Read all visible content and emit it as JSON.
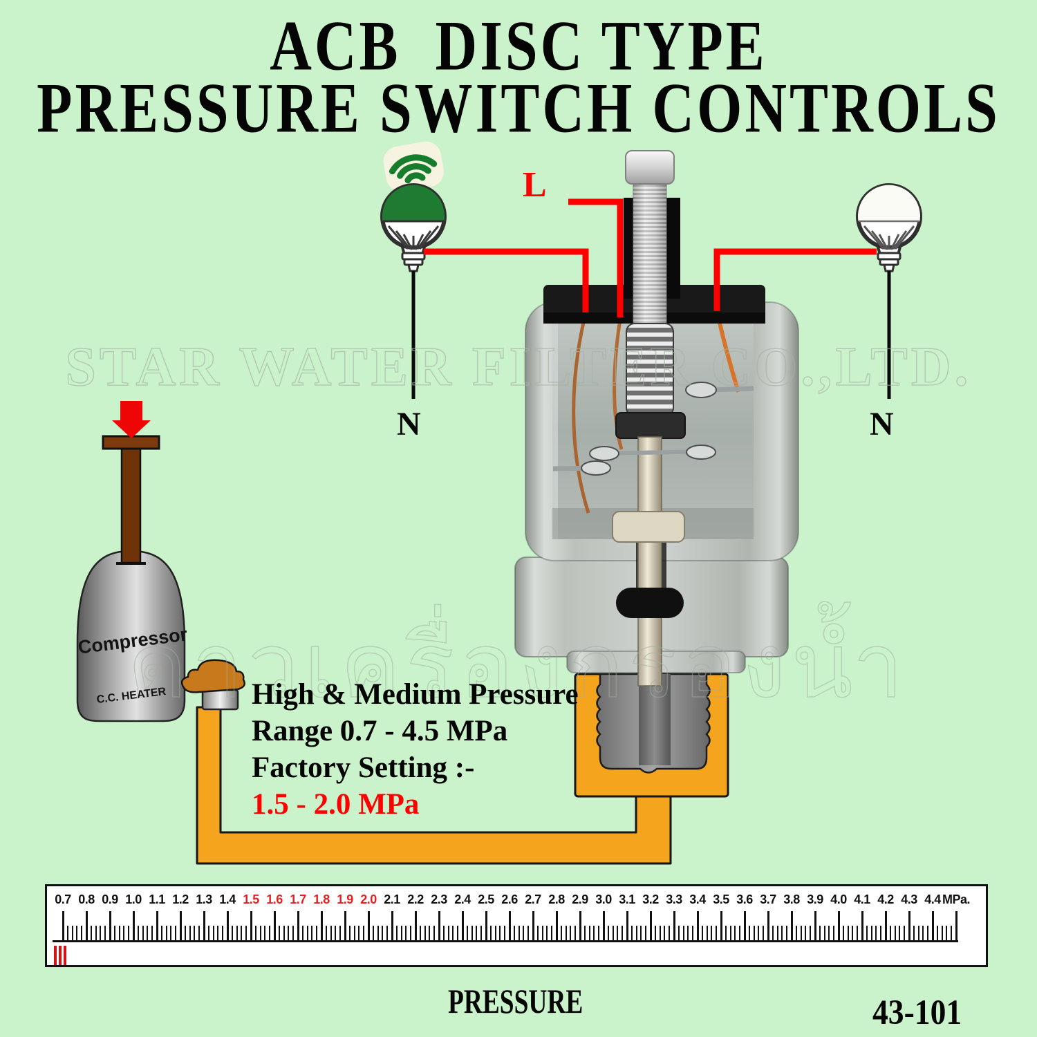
{
  "title": {
    "line1": "ACB  DISC TYPE",
    "line2": "PRESSURE SWITCH CONTROLS"
  },
  "watermark": {
    "company": "STAR WATER FILTER CO.,LTD.",
    "thai": "ดาวเครื่องกรองน้ำ"
  },
  "wiring": {
    "live_label": "L",
    "neutral_left_label": "N",
    "neutral_right_label": "N"
  },
  "compressor": {
    "label": "Compressor",
    "sublabel": "C.C. HEATER"
  },
  "specs": {
    "line1": "High & Medium Pressure",
    "line2": "Range 0.7 - 4.5 MPa",
    "line3": "Factory Setting :-",
    "line4": "1.5 - 2.0 MPa"
  },
  "scale": {
    "caption": "PRESSURE",
    "labels": [
      "0.7",
      "0.8",
      "0.9",
      "1.0",
      "1.1",
      "1.2",
      "1.3",
      "1.4",
      "1.5",
      "1.6",
      "1.7",
      "1.8",
      "1.9",
      "2.0",
      "2.1",
      "2.2",
      "2.3",
      "2.4",
      "2.5",
      "2.6",
      "2.7",
      "2.8",
      "2.9",
      "3.0",
      "3.1",
      "3.2",
      "3.3",
      "3.4",
      "3.5",
      "3.6",
      "3.7",
      "3.8",
      "3.9",
      "4.0",
      "4.1",
      "4.2",
      "4.3",
      "4.4",
      "MPa."
    ],
    "red_labels": [
      "1.5",
      "1.6",
      "1.7",
      "1.8",
      "1.9",
      "2.0"
    ],
    "minor_per_interval": 4,
    "marker_bars": 3
  },
  "footer": {
    "code": "43-101"
  },
  "colors": {
    "background": "#cbf3cb",
    "wire_live": "#ff0000",
    "wire_neutral": "#0a0a0a",
    "pipe_orange": "#f4a41d",
    "bulb_on_green": "#1e7b31",
    "scale_red": "#e62020",
    "setting_red": "#ff0000"
  }
}
